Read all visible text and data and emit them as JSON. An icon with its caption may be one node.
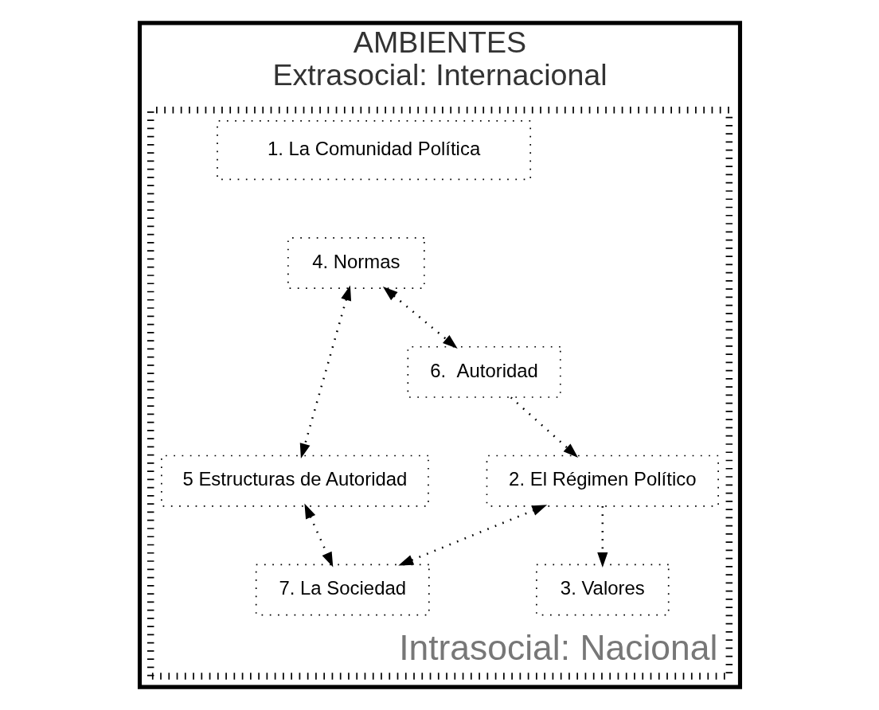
{
  "diagram": {
    "nodes": [
      {
        "text": [
          "AMBIENTES",
          "Extrasocial: Internacional"
        ]
      },
      {
        "text": [
          "Intrasocial: Nacional"
        ],
        "in": 0
      },
      {
        "text": [
          "1. La Comunidad Política"
        ],
        "in": 1
      },
      {
        "text": [
          "4. Normas"
        ],
        "in": 1
      },
      {
        "text": [
          "6.  Autoridad"
        ],
        "in": 1
      },
      {
        "text": [
          "2. El Régimen Político"
        ],
        "in": 1
      },
      {
        "text": [
          "3. Valores"
        ],
        "in": 1
      },
      {
        "text": [
          "5 Estructuras de Autoridad"
        ],
        "in": 1
      },
      {
        "text": [
          "7. La Sociedad"
        ],
        "in": 1
      }
    ],
    "edges": [
      {
        "from": 3,
        "to": 4,
        "arrow": "both"
      },
      {
        "from": 4,
        "to": 5,
        "arrow": "to"
      },
      {
        "from": 5,
        "to": 6,
        "arrow": "to"
      },
      {
        "from": 3,
        "to": 7,
        "arrow": "both"
      },
      {
        "from": 5,
        "to": 8,
        "arrow": "both"
      },
      {
        "from": 7,
        "to": 8,
        "arrow": "both"
      }
    ]
  }
}
